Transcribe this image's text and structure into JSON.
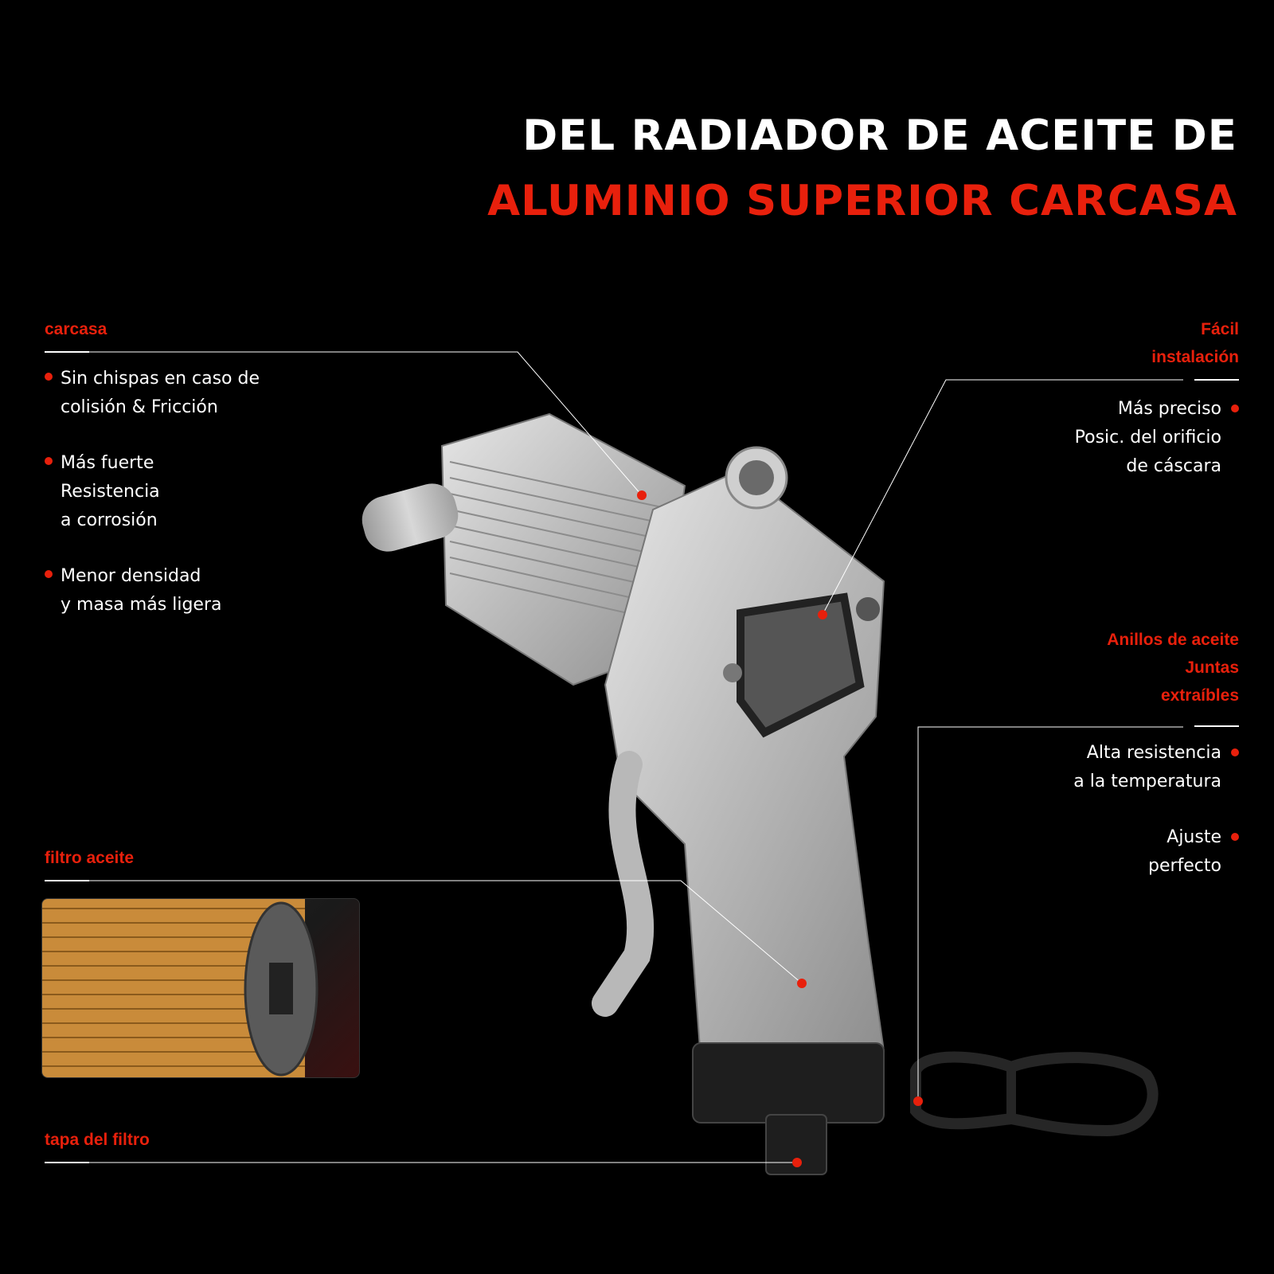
{
  "header": {
    "line1": "DEL RADIADOR DE ACEITE DE",
    "line2": "ALUMINIO SUPERIOR CARCASA"
  },
  "left": {
    "carcasa": {
      "label": "carcasa",
      "items": [
        [
          "Sin chispas en caso de",
          "colisión & Fricción"
        ],
        [
          "Más fuerte",
          "Resistencia",
          "a corrosión"
        ],
        [
          "Menor densidad",
          "y masa más ligera"
        ]
      ]
    },
    "filtro": {
      "label": "filtro aceite"
    },
    "tapa": {
      "label": "tapa del filtro"
    }
  },
  "right": {
    "instalacion": {
      "label_lines": [
        "Fácil",
        "instalación"
      ],
      "items": [
        [
          "Más preciso",
          "Posic. del orificio",
          "de cáscara"
        ]
      ]
    },
    "anillos": {
      "label_lines": [
        "Anillos de aceite",
        "Juntas",
        "extraíbles"
      ],
      "items": [
        [
          "Alta resistencia",
          "a la temperatura"
        ],
        [
          "Ajuste",
          "perfecto"
        ]
      ]
    }
  },
  "colors": {
    "accent": "#e8200c",
    "text": "#ffffff",
    "background": "#000000"
  }
}
